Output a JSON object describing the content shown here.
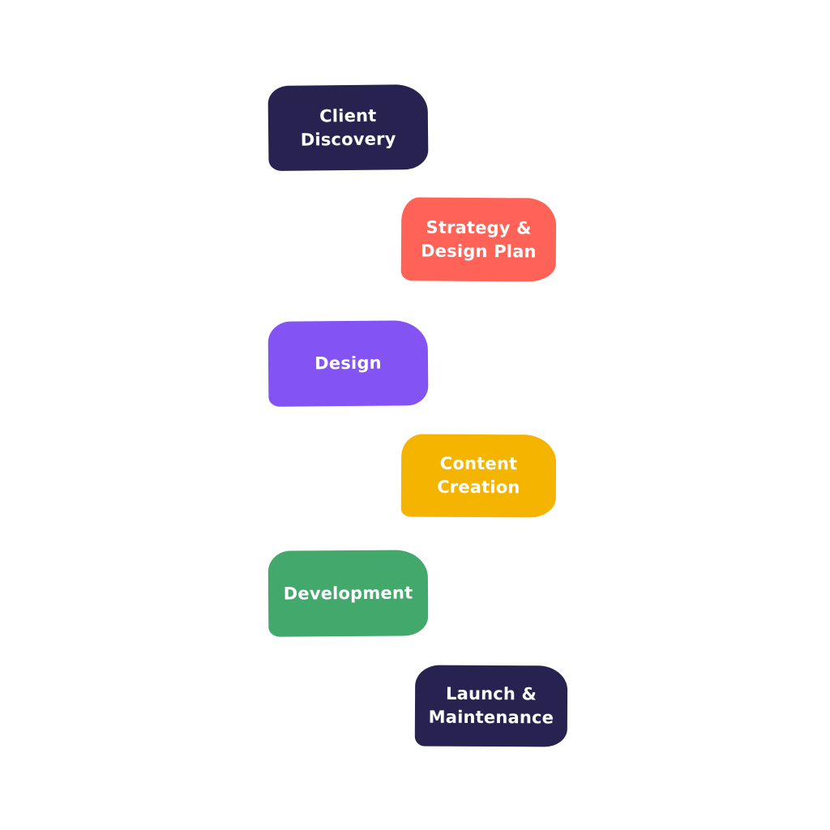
{
  "steps": [
    {
      "label": "Client\nDiscovery",
      "color": "#272250"
    },
    {
      "label": "Strategy &\nDesign Plan",
      "color": "#FF6358"
    },
    {
      "label": "Design",
      "color": "#8353F3"
    },
    {
      "label": "Content\nCreation",
      "color": "#F5B400"
    },
    {
      "label": "Development",
      "color": "#42A86B"
    },
    {
      "label": "Launch &\nMaintenance",
      "color": "#272250"
    }
  ]
}
